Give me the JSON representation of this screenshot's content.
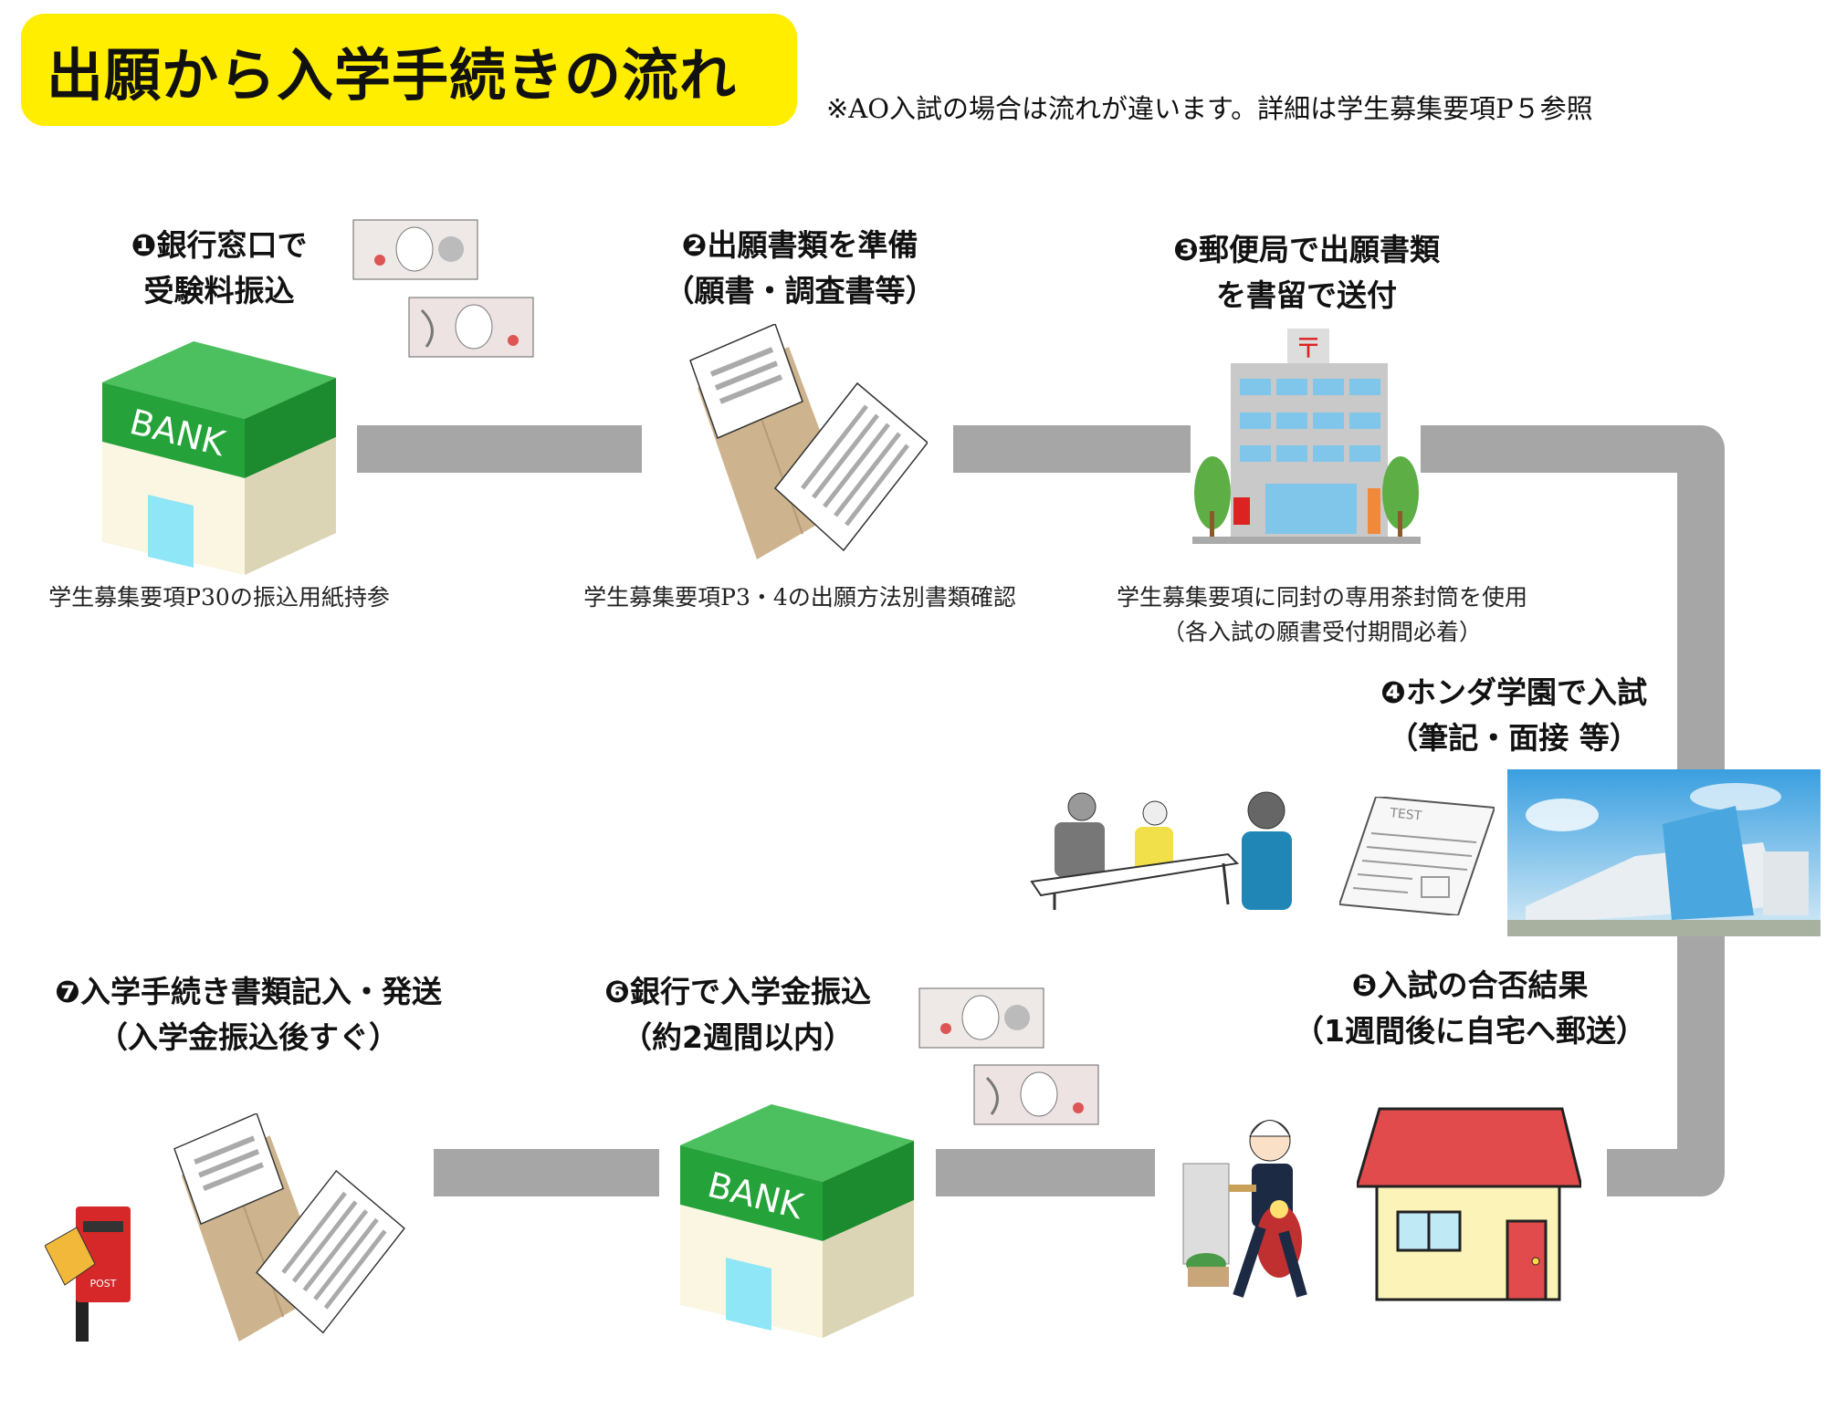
{
  "header": {
    "title": "出願から入学手続きの流れ",
    "note": "※AO入試の場合は流れが違います。詳細は学生募集要項P５参照"
  },
  "colors": {
    "title_bg": "#ffee00",
    "connector": "#a6a6a6",
    "bank_green": "#2aa63c",
    "house_roof": "#e24b4b"
  },
  "steps": [
    {
      "line1": "❶銀行窓口で",
      "line2": "受験料振込",
      "caption1": "学生募集要項P30の振込用紙持参",
      "caption2": ""
    },
    {
      "line1": "❷出願書類を準備",
      "line2": "（願書・調査書等）",
      "caption1": "学生募集要項P3・4の出願方法別書類確認",
      "caption2": ""
    },
    {
      "line1": "❸郵便局で出願書類",
      "line2": "を書留で送付",
      "caption1": "学生募集要項に同封の専用茶封筒を使用",
      "caption2": "（各入試の願書受付期間必着）"
    },
    {
      "line1": "❹ホンダ学園で入試",
      "line2": "（筆記・面接 等）"
    },
    {
      "line1": "❺入試の合否結果",
      "line2": "（1週間後に自宅へ郵送）"
    },
    {
      "line1": "❻銀行で入学金振込",
      "line2": "（約2週間以内）"
    },
    {
      "line1": "❼入学手続き書類記入・発送",
      "line2": "（入学金振込後すぐ）"
    }
  ],
  "illustrations": {
    "bank_sign": "BANK",
    "test_paper": "TEST",
    "postbox_label": "POST",
    "post_mark": "〒"
  }
}
